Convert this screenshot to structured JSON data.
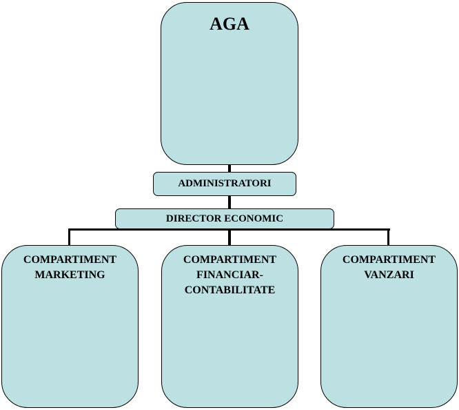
{
  "nodes": {
    "aga": {
      "label": "AGA"
    },
    "administratori": {
      "label": "ADMINISTRATORI"
    },
    "director": {
      "label": "DIRECTOR ECONOMIC"
    },
    "compartments": [
      {
        "lines": [
          "COMPARTIMENT",
          "MARKETING"
        ]
      },
      {
        "lines": [
          "COMPARTIMENT",
          "FINANCIAR-",
          "CONTABILITATE"
        ]
      },
      {
        "lines": [
          "COMPARTIMENT",
          "VANZARI"
        ]
      }
    ]
  },
  "colors": {
    "box_fill": "#bde0e3",
    "line": "#000000"
  }
}
